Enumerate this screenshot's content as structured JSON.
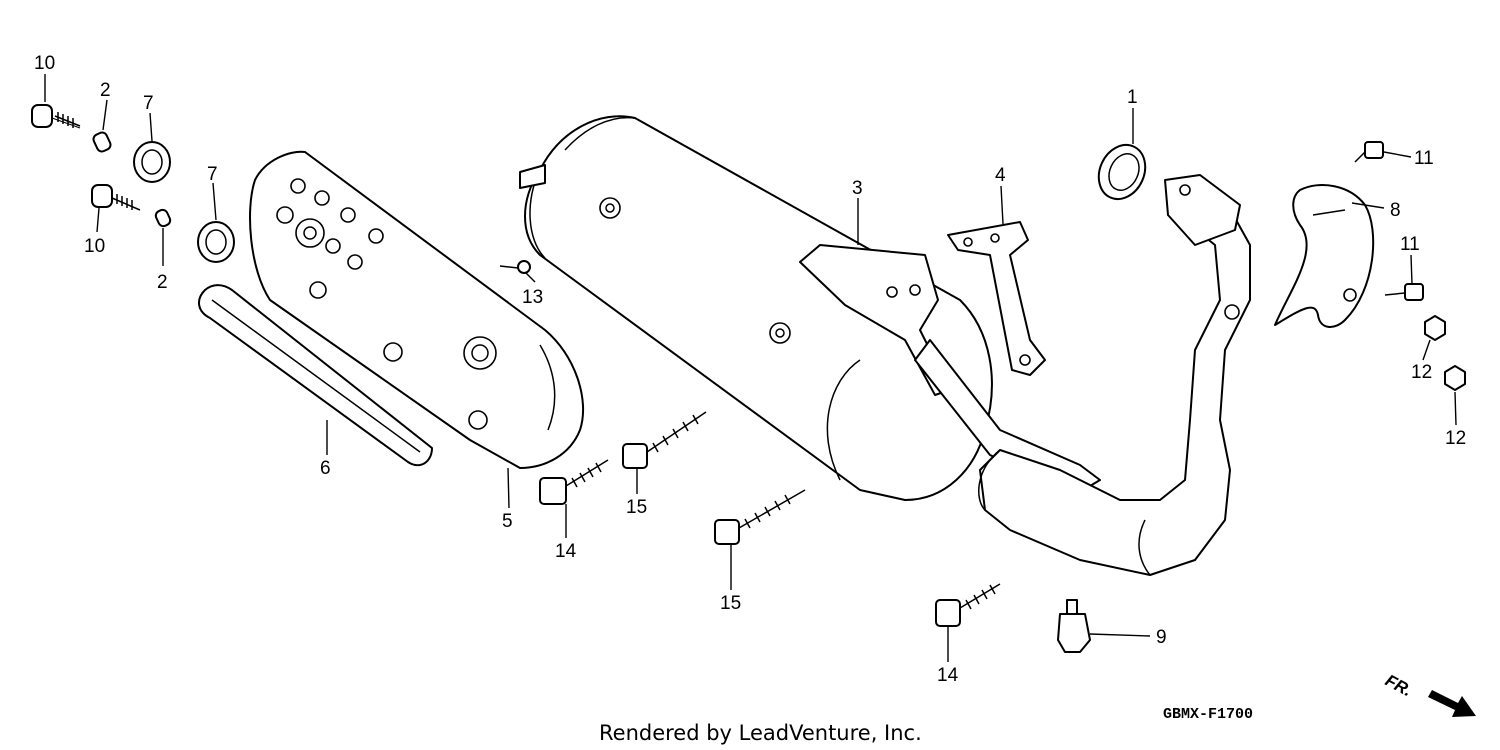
{
  "diagram": {
    "reference_code": "GBMX-F1700",
    "credit": "Rendered by LeadVenture, Inc.",
    "direction_label": "FR."
  },
  "callouts": {
    "c1": "1",
    "c2a": "2",
    "c2b": "2",
    "c3": "3",
    "c4": "4",
    "c5": "5",
    "c6": "6",
    "c7a": "7",
    "c7b": "7",
    "c8": "8",
    "c9": "9",
    "c10a": "10",
    "c10b": "10",
    "c11a": "11",
    "c11b": "11",
    "c12a": "12",
    "c12b": "12",
    "c13": "13",
    "c14a": "14",
    "c14b": "14",
    "c15a": "15",
    "c15b": "15"
  }
}
